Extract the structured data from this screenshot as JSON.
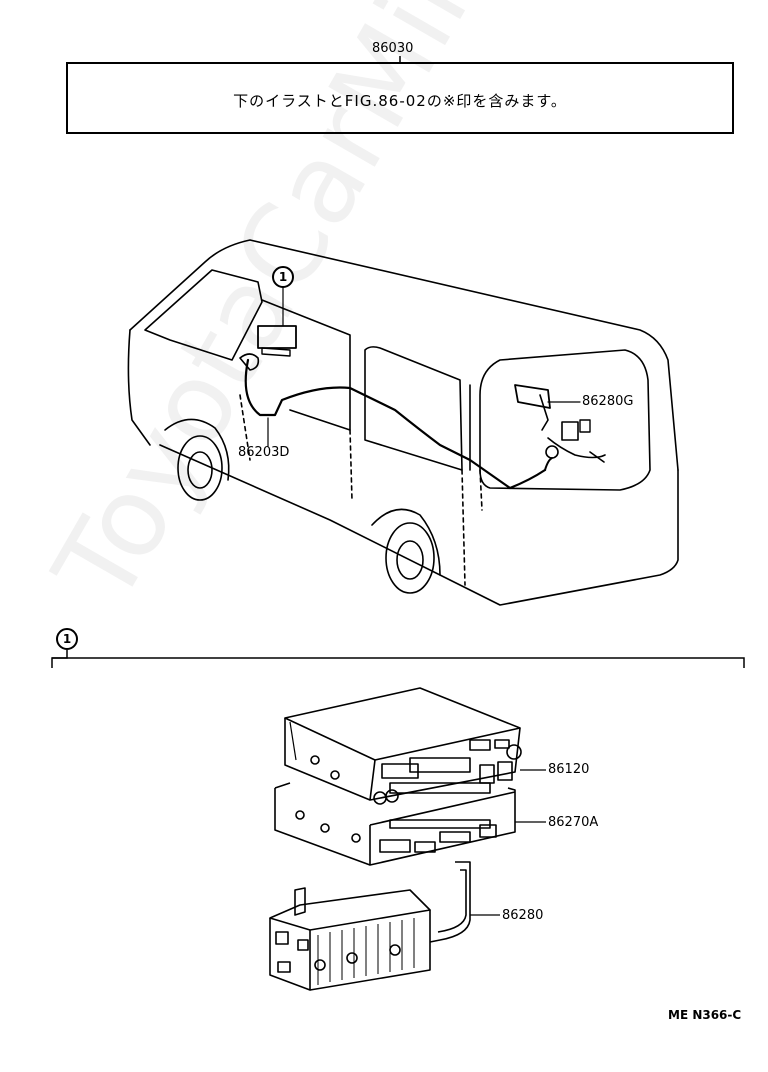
{
  "header": {
    "part_number": "86030",
    "note": "下のイラストとFIG.86-02の※印を含みます。"
  },
  "callouts": {
    "upper": "1",
    "lower": "1"
  },
  "labels": {
    "p86203d": "86203D",
    "p86280g": "86280G",
    "p86120": "86120",
    "p86270a": "86270A",
    "p86280": "86280"
  },
  "footer": {
    "code": "ME  N366-C"
  },
  "watermark": "ToyotaCarMine.ru"
}
